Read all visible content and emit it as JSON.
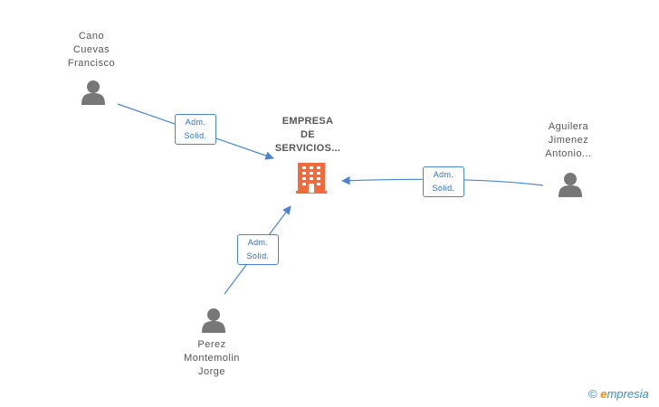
{
  "company": {
    "name_lines": [
      "EMPRESA",
      "DE",
      "SERVICIOS..."
    ],
    "icon": "building-icon",
    "color": "#f26a3a"
  },
  "people": [
    {
      "id": "cano",
      "name_lines": [
        "Cano",
        "Cuevas",
        "Francisco"
      ],
      "icon": "person-icon"
    },
    {
      "id": "aguilera",
      "name_lines": [
        "Aguilera",
        "Jimenez",
        "Antonio..."
      ],
      "icon": "person-icon"
    },
    {
      "id": "perez",
      "name_lines": [
        "Perez",
        "Montemolin",
        "Jorge"
      ],
      "icon": "person-icon"
    }
  ],
  "relations": [
    {
      "from": "cano",
      "label_lines": [
        "Adm.",
        "Solid."
      ]
    },
    {
      "from": "aguilera",
      "label_lines": [
        "Adm.",
        "Solid."
      ]
    },
    {
      "from": "perez",
      "label_lines": [
        "Adm.",
        "Solid."
      ]
    }
  ],
  "colors": {
    "edge": "#4a86d0",
    "person_icon": "#777777",
    "text": "#555555"
  },
  "watermark": {
    "copyright": "©",
    "brand_initial": "e",
    "brand_rest": "mpresia"
  }
}
